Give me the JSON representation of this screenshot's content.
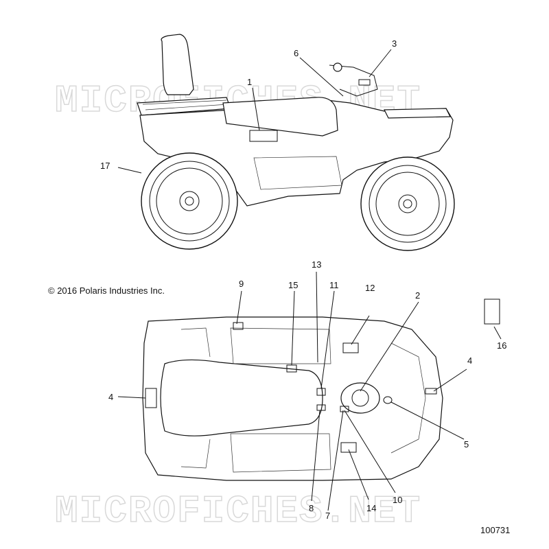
{
  "copyright": "© 2016 Polaris Industries Inc.",
  "drawing_number": "100731",
  "watermark": "MICROFICHES.NET",
  "callouts": [
    "1",
    "2",
    "3",
    "4",
    "4",
    "5",
    "6",
    "7",
    "8",
    "9",
    "10",
    "11",
    "12",
    "13",
    "14",
    "15",
    "16",
    "17"
  ]
}
